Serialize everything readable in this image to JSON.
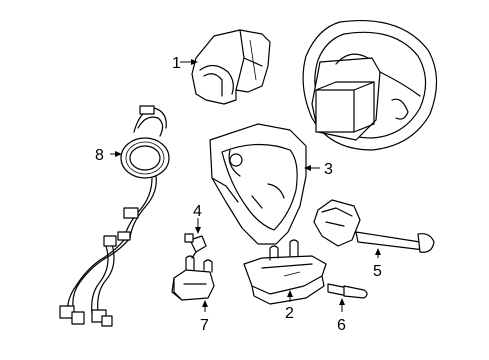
{
  "diagram": {
    "callouts": [
      {
        "id": "1",
        "label": "1",
        "part": "upper-steering-column-shroud"
      },
      {
        "id": "2",
        "label": "2",
        "part": "lock-cylinder-housing"
      },
      {
        "id": "3",
        "label": "3",
        "part": "lower-steering-column-shroud"
      },
      {
        "id": "4",
        "label": "4",
        "part": "ignition-switch-bulb"
      },
      {
        "id": "5",
        "label": "5",
        "part": "multifunction-switch"
      },
      {
        "id": "6",
        "label": "6",
        "part": "lock-cylinder-key"
      },
      {
        "id": "7",
        "label": "7",
        "part": "ignition-switch"
      },
      {
        "id": "8",
        "label": "8",
        "part": "clockspring"
      }
    ],
    "line_color": "#000000",
    "background": "#ffffff"
  }
}
